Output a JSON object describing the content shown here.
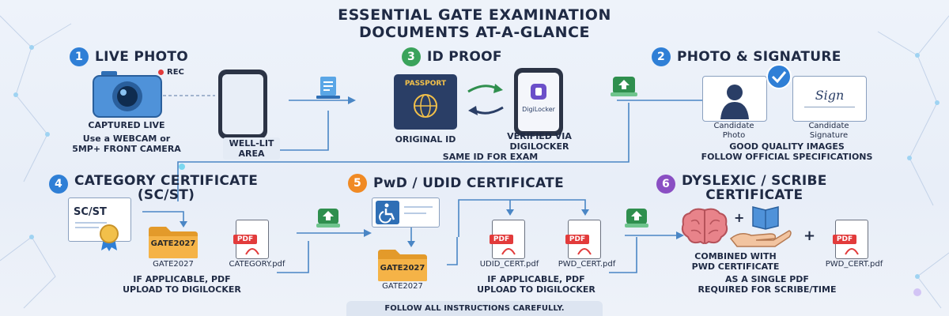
{
  "title": {
    "line1": "ESSENTIAL GATE EXAMINATION",
    "line2": "DOCUMENTS AT-A-GLANCE"
  },
  "colors": {
    "blue": "#2f7fd6",
    "green": "#3aa35b",
    "orange": "#f08a24",
    "purple": "#8a4fc3",
    "pdf_red": "#e23b3b",
    "folder": "#f2a93b"
  },
  "sections": {
    "live_photo": {
      "number": "1",
      "title": "LIVE PHOTO",
      "rec": "REC",
      "captured": "CAPTURED LIVE",
      "webcam_line1": "Use a WEBCAM or",
      "webcam_line2": "5MP+ FRONT CAMERA",
      "area_line1": "WELL-LIT",
      "area_line2": "AREA",
      "icons": [
        "camera-icon",
        "smartphone-icon"
      ]
    },
    "id_proof": {
      "number": "3",
      "title": "ID PROOF",
      "passport": "PASSPORT",
      "digilocker": "DigiLocker",
      "original_id": "ORIGINAL ID",
      "verified_line1": "VERIFIED VIA",
      "verified_line2": "DIGILOCKER",
      "same_id": "SAME ID FOR EXAM",
      "icons": [
        "passport-icon",
        "exchange-arrows-icon"
      ]
    },
    "photo_signature": {
      "number": "2",
      "title": "PHOTO & SIGNATURE",
      "photo_label_line1": "Candidate",
      "photo_label_line2": "Photo",
      "sign_label_line1": "Candidate",
      "sign_label_line2": "Signature",
      "sign_text": "Sign",
      "good_quality": "GOOD QUALITY IMAGES",
      "follow_specs": "FOLLOW OFFICIAL SPECIFICATIONS",
      "icons": [
        "person-silhouette-icon",
        "checkmark-icon"
      ]
    },
    "category": {
      "number": "4",
      "title_line1": "CATEGORY CERTIFICATE",
      "title_line2": "(SC/ST)",
      "cert_label": "SC/ST",
      "folder_label": "GATE2027",
      "folder_caption": "GATE2027",
      "pdf_label": "PDF",
      "pdf_caption": "CATEGORY.pdf",
      "note_line1": "IF APPLICABLE, PDF",
      "note_line2": "UPLOAD TO DIGILOCKER",
      "icons": [
        "certificate-icon",
        "folder-icon",
        "pdf-icon"
      ]
    },
    "pwd": {
      "number": "5",
      "title": "PwD / UDID CERTIFICATE",
      "folder_label": "GATE2027",
      "folder_caption": "GATE2027",
      "pdf_label": "PDF",
      "pdf1_caption": "UDID_CERT.pdf",
      "pdf2_caption": "PWD_CERT.pdf",
      "note_line1": "IF APPLICABLE, PDF",
      "note_line2": "UPLOAD TO DIGILOCKER",
      "icons": [
        "wheelchair-icon",
        "folder-icon",
        "pdf-icon"
      ]
    },
    "dyslexic": {
      "number": "6",
      "title_line1": "DYSLEXIC / SCRIBE",
      "title_line2": "CERTIFICATE",
      "plus": "+",
      "combined_line1": "COMBINED WITH",
      "combined_line2": "PWD CERTIFICATE",
      "pdf_label": "PDF",
      "pdf_caption": "PWD_CERT.pdf",
      "single_line1": "AS A SINGLE PDF",
      "single_line2": "REQUIRED FOR SCRIBE/TIME",
      "icons": [
        "brain-icon",
        "book-hand-icon",
        "pdf-icon"
      ]
    }
  },
  "footer": "FOLLOW ALL INSTRUCTIONS CAREFULLY."
}
